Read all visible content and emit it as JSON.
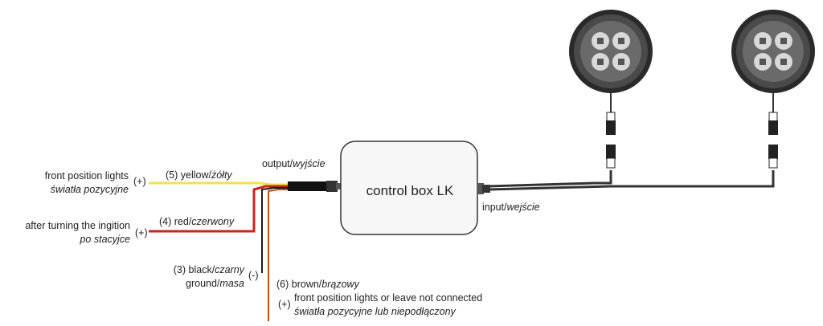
{
  "control_box": {
    "label": "control box LK"
  },
  "ports": {
    "output": {
      "main": "output/",
      "italic": "wyjście"
    },
    "input": {
      "main": "input/",
      "italic": "wejście"
    }
  },
  "wires": {
    "yellow": {
      "number_label": "(5) yellow/",
      "italic": "żółty",
      "color": "#f2e24b",
      "desc_en": "front position lights",
      "desc_pl": "światła pozycyjne",
      "polarity": "(+)"
    },
    "red": {
      "number_label": "(4) red/",
      "italic": "czerwony",
      "color": "#c9251c",
      "desc_en": "after turning the ingition",
      "desc_pl": "po stacyjce",
      "polarity": "(+)"
    },
    "black": {
      "number_label": "(3) black/",
      "italic": "czarny",
      "color": "#1a1a1a",
      "desc_en": "ground/",
      "desc_pl": "masa",
      "polarity": "(-)"
    },
    "brown": {
      "number_label": "(6) brown/",
      "italic": "brązowy",
      "color": "#b5541f",
      "desc_en": "front position lights or leave not connected",
      "desc_pl": "światła pozycyjne lub niepodłączony",
      "polarity": "(+)"
    }
  },
  "lamp_colors": {
    "body": "#4a4a4a",
    "ring": "#2a2a2a",
    "led": "#d9d9d9"
  }
}
